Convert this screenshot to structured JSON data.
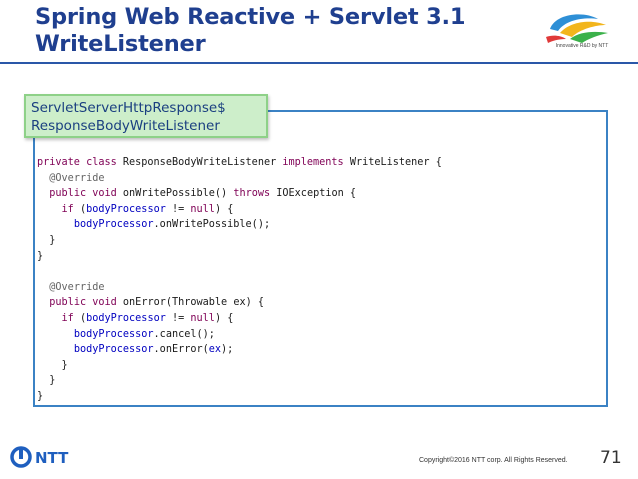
{
  "slide": {
    "title_line1": "Spring Web Reactive + Servlet 3.1",
    "title_line2": "WriteListener",
    "logo_caption": "Innovative R&D by NTT",
    "label_line1": "ServletServerHttpResponse$",
    "label_line2": "ResponseBodyWriteListener",
    "footer_brand": "NTT",
    "copyright": "Copyright©2016  NTT corp. All Rights Reserved.",
    "page_number": "71"
  },
  "code": {
    "l1_private": "private",
    "l1_class": "class",
    "l1_name": " ResponseBodyWriteListener ",
    "l1_implements": "implements",
    "l1_rest": " WriteListener {",
    "l2_override": "@Override",
    "l3_public": "public",
    "l3_void": "void",
    "l3_method": " onWritePossible() ",
    "l3_throws": "throws",
    "l3_rest": " IOException {",
    "l4_if": "if",
    "l4_open": " (",
    "l4_field": "bodyProcessor",
    "l4_neq": " != ",
    "l4_null": "null",
    "l4_close": ") {",
    "l5_field": "bodyProcessor",
    "l5_rest": ".onWritePossible();",
    "l6": "}",
    "l7": "}",
    "l9_override": "@Override",
    "l10_public": "public",
    "l10_void": "void",
    "l10_rest": " onError(Throwable ex) {",
    "l11_if": "if",
    "l11_open": " (",
    "l11_field": "bodyProcessor",
    "l11_neq": " != ",
    "l11_null": "null",
    "l11_close": ") {",
    "l12_field": "bodyProcessor",
    "l12_rest": ".cancel();",
    "l13_field": "bodyProcessor",
    "l13_mid": ".onError(",
    "l13_ex": "ex",
    "l13_rest": ");",
    "l14": "}",
    "l15": "}",
    "l16": "}"
  },
  "colors": {
    "title": "#1f3f8f",
    "keyword": "#7f0055",
    "annotation": "#646464",
    "field": "#0000c0",
    "box_border": "#3b82c4",
    "label_bg": "#cdeeca"
  }
}
